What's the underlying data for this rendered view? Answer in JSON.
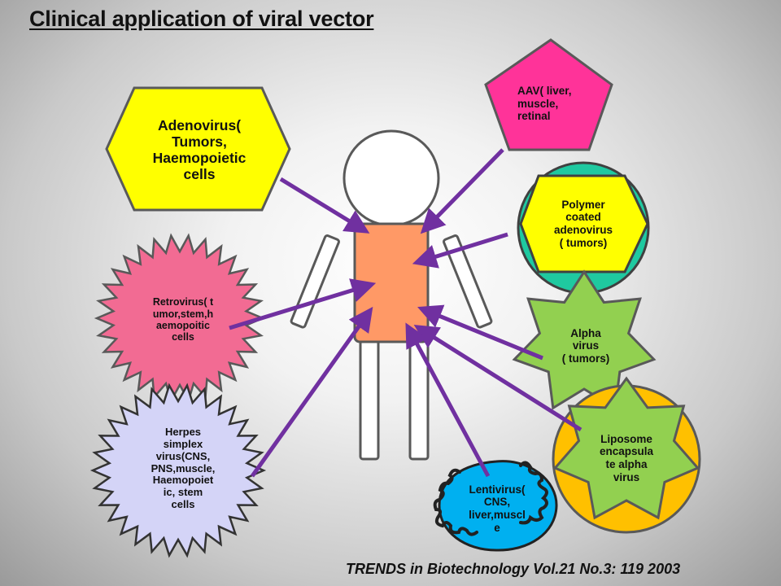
{
  "title": "Clinical application of viral vector",
  "citation": "TRENDS in Biotechnology Vol.21 No.3: 119 2003",
  "nodes": {
    "adenovirus": {
      "label": "Adenovirus(\nTumors,\nHaemopoietic\ncells",
      "color": "#ffff00"
    },
    "aav": {
      "label": "AAV( liver,\nmuscle,\nretinal",
      "color": "#ff3399"
    },
    "polymer": {
      "label": "Polymer\ncoated\nadenovirus\n( tumors)",
      "color": "#ffff00",
      "ring_color": "#1fc9a0"
    },
    "alpha": {
      "label": "Alpha\nvirus\n( tumors)",
      "color": "#92d050"
    },
    "liposome": {
      "label": "Liposome\nencapsula\nte alpha\nvirus",
      "color": "#92d050",
      "ring_color": "#ffc000"
    },
    "lentivirus": {
      "label": "Lentivirus(\nCNS,\nliver,muscl\ne",
      "color": "#00b0f0"
    },
    "retrovirus": {
      "label": "Retrovirus( t\numor,stem,h\naemopoitic\ncells",
      "color": "#f26b93"
    },
    "herpes": {
      "label": "Herpes\nsimplex\nvirus(CNS,\nPNS,muscle,\nHaemopoiet\nic, stem\ncells",
      "color": "#d4d4f7"
    }
  },
  "colors": {
    "arrow": "#7030a0",
    "body_torso": "#ff9966",
    "body_outline": "#595959"
  }
}
